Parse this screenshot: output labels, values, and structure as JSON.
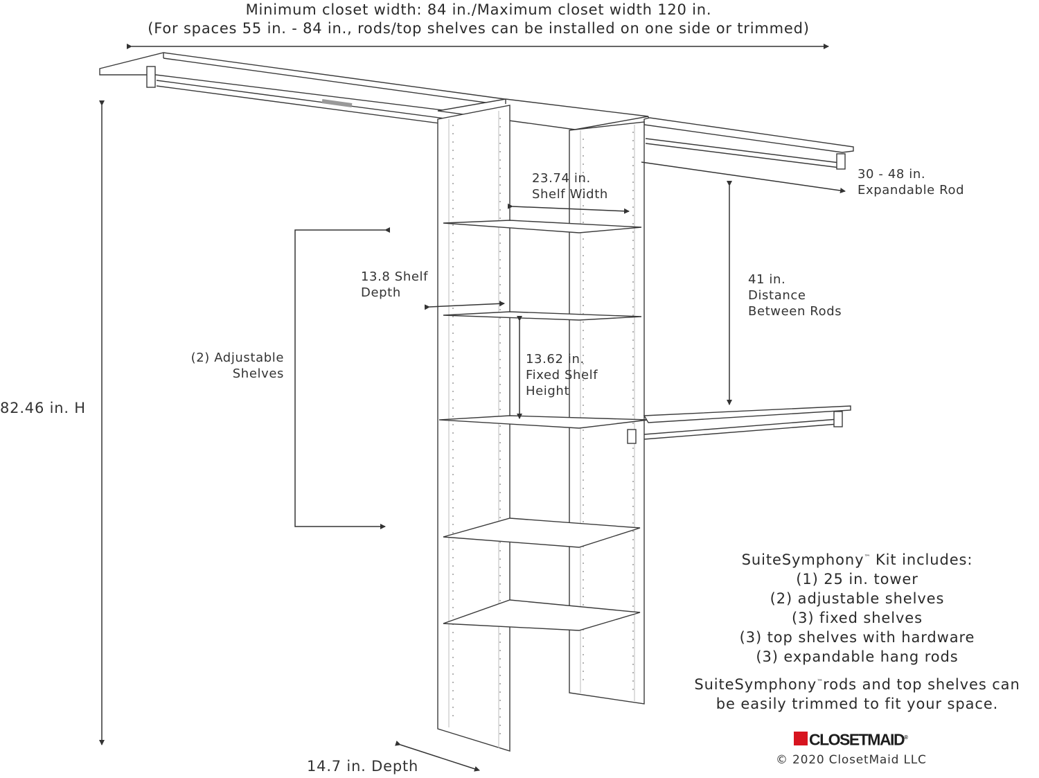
{
  "header": {
    "line1": "Minimum closet width: 84 in./Maximum closet width 120 in.",
    "line2": "(For spaces 55 in. - 84 in., rods/top shelves can be installed on one side or trimmed)"
  },
  "dimensions": {
    "height": "82.46 in. H",
    "tower_depth": "14.7 in. Depth",
    "shelf_width": {
      "line1": "23.74 in.",
      "line2": "Shelf Width"
    },
    "shelf_depth": {
      "line1": "13.8 Shelf",
      "line2": "Depth"
    },
    "fixed_shelf_height": {
      "line1": "13.62 in.",
      "line2": "Fixed Shelf",
      "line3": "Height"
    },
    "adjustable_shelves": {
      "line1": "(2) Adjustable",
      "line2": "Shelves"
    },
    "expandable_rod": {
      "line1": "30 - 48 in.",
      "line2": "Expandable Rod"
    },
    "rod_distance": {
      "line1": "41 in.",
      "line2": "Distance",
      "line3": "Between Rods"
    }
  },
  "kit": {
    "heading": "SuiteSymphony",
    "heading_suffix": "Kit includes:",
    "trademark": "™",
    "items": [
      "(1) 25 in. tower",
      "(2) adjustable shelves",
      "(3) fixed shelves",
      "(3) top shelves with hardware",
      "(3) expandable hang rods"
    ],
    "note_brand": "SuiteSymphony",
    "note_line1_suffix": "rods and top shelves can",
    "note_line2": "be easily trimmed to fit your space."
  },
  "brand": {
    "name": "CLOSETMAID",
    "registered": "®",
    "copyright": "© 2020 ClosetMaid LLC",
    "color": "#d7141f"
  },
  "colors": {
    "line": "#3a3a3a",
    "light_line": "#9a9a9a",
    "background": "#ffffff"
  }
}
